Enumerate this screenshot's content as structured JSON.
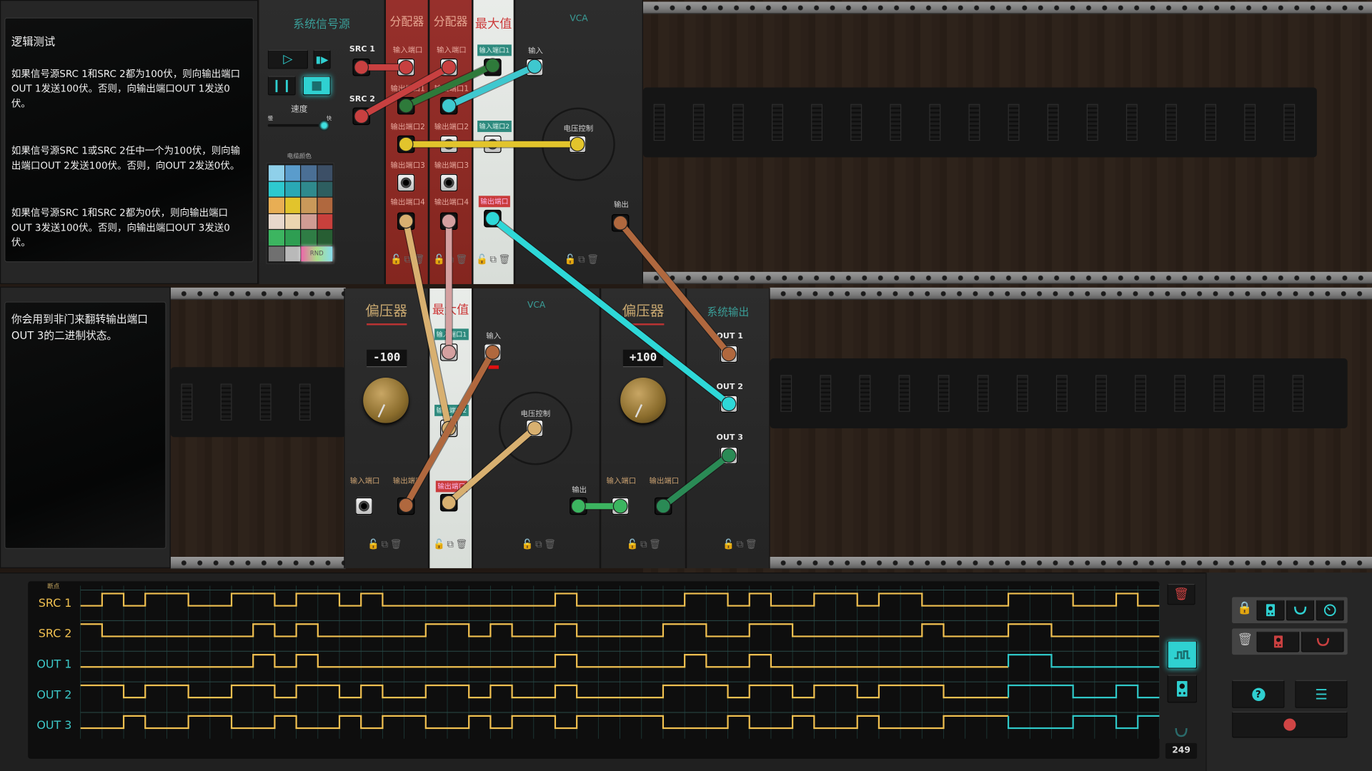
{
  "panel_top": {
    "title": "逻辑测试",
    "paragraphs": [
      "如果信号源SRC 1和SRC 2都为100伏，则向输出端口OUT 1发送100伏。否则，向输出端口OUT 1发送0伏。",
      "如果信号源SRC 1或SRC 2任中一个为100伏，则向输出端口OUT 2发送100伏。否则，向OUT 2发送0伏。",
      "如果信号源SRC 1和SRC 2都为0伏，则向输出端口OUT 3发送100伏。否则，向输出端口OUT 3发送0伏。"
    ]
  },
  "panel_bottom": {
    "text": "你会用到非门来翻转输出端口OUT 3的二进制状态。"
  },
  "signal_source": {
    "title": "系统信号源",
    "speed_label": "速度",
    "slow": "慢",
    "fast": "快",
    "cable_color_label": "电缆颜色",
    "random": "RND",
    "src1": "SRC 1",
    "src2": "SRC 2",
    "palette": [
      "#8fd0ea",
      "#5a9ccc",
      "#4a6f95",
      "#3c4f66",
      "#2ec9cf",
      "#2aa8b5",
      "#2f8a8d",
      "#2d5e60",
      "#e8ae54",
      "#e2c42c",
      "#c9995a",
      "#b0683e",
      "#e8d8cc",
      "#ecd5b0",
      "#cf9c94",
      "#c8403c",
      "#3cb560",
      "#2e9e52",
      "#2f7d45",
      "#275e33",
      "#707070",
      "#b9b9b9"
    ]
  },
  "splitter": {
    "title": "分配器",
    "input": "输入端口",
    "outputs": [
      "输出端口1",
      "输出端口2",
      "输出端口3",
      "输出端口4"
    ]
  },
  "max": {
    "title": "最大值",
    "input1": "输入端口1",
    "input2": "输入端口2",
    "output": "输出端口"
  },
  "vca": {
    "title": "VCA",
    "input": "输入",
    "control": "电压控制",
    "output": "输出"
  },
  "bias": [
    {
      "title": "偏压器",
      "value": "-100",
      "input": "输入端口",
      "output": "输出端口"
    },
    {
      "title": "偏压器",
      "value": "+100",
      "input": "输入端口",
      "output": "输出端口"
    }
  ],
  "system_output": {
    "title": "系统输出",
    "outputs": [
      "OUT 1",
      "OUT 2",
      "OUT 3"
    ]
  },
  "cables": {
    "colors": [
      "#c84040",
      "#c84040",
      "#2e7a3a",
      "#3ec8cf",
      "#e2c42c",
      "#d8b070",
      "#d4a0a0",
      "#2ed8d8",
      "#b0683e",
      "#b0683e",
      "#d8b070",
      "#3cb560",
      "#2a8a55"
    ]
  },
  "waveform": {
    "breakpoint_label": "断点",
    "steps": 50,
    "highlight_from_step": 43,
    "colors": {
      "signal": "#f0c050",
      "highlight": "#2fc8c8"
    },
    "rows": [
      {
        "label": "SRC 1",
        "kind": "input",
        "bits": [
          0,
          1,
          0,
          1,
          1,
          0,
          0,
          1,
          1,
          0,
          1,
          1,
          0,
          1,
          0,
          0,
          0,
          0,
          0,
          0,
          0,
          0,
          1,
          0,
          0,
          0,
          0,
          0,
          1,
          1,
          0,
          1,
          0,
          0,
          1,
          1,
          0,
          1,
          1,
          0,
          0,
          0,
          0,
          1,
          1,
          1,
          0,
          0,
          1,
          0
        ]
      },
      {
        "label": "SRC 2",
        "kind": "input",
        "bits": [
          1,
          0,
          0,
          0,
          0,
          0,
          0,
          0,
          1,
          0,
          1,
          0,
          0,
          0,
          0,
          0,
          1,
          1,
          0,
          1,
          0,
          0,
          1,
          0,
          0,
          0,
          0,
          1,
          1,
          0,
          0,
          1,
          1,
          0,
          0,
          0,
          0,
          0,
          0,
          1,
          0,
          0,
          0,
          1,
          1,
          0,
          0,
          0,
          0,
          0
        ]
      },
      {
        "label": "OUT 1",
        "kind": "output",
        "bits": [
          0,
          0,
          0,
          0,
          0,
          0,
          0,
          0,
          1,
          0,
          1,
          0,
          0,
          0,
          0,
          0,
          0,
          0,
          0,
          0,
          0,
          0,
          1,
          0,
          0,
          0,
          0,
          0,
          1,
          0,
          0,
          1,
          0,
          0,
          0,
          0,
          0,
          0,
          0,
          0,
          0,
          0,
          0,
          1,
          1,
          0,
          0,
          0,
          0,
          0
        ]
      },
      {
        "label": "OUT 2",
        "kind": "output",
        "bits": [
          1,
          1,
          0,
          1,
          1,
          0,
          0,
          1,
          1,
          0,
          1,
          1,
          0,
          1,
          0,
          0,
          1,
          1,
          0,
          1,
          0,
          0,
          1,
          0,
          0,
          0,
          0,
          1,
          1,
          1,
          0,
          1,
          1,
          0,
          1,
          1,
          0,
          1,
          1,
          1,
          0,
          0,
          0,
          1,
          1,
          1,
          0,
          0,
          1,
          0
        ]
      },
      {
        "label": "OUT 3",
        "kind": "output",
        "bits": [
          0,
          0,
          1,
          0,
          0,
          1,
          1,
          0,
          0,
          1,
          0,
          0,
          1,
          0,
          1,
          1,
          0,
          0,
          1,
          0,
          1,
          1,
          0,
          1,
          1,
          1,
          1,
          0,
          0,
          0,
          1,
          0,
          0,
          1,
          0,
          0,
          1,
          0,
          0,
          0,
          1,
          1,
          1,
          0,
          0,
          0,
          1,
          1,
          0,
          1
        ]
      }
    ]
  },
  "controls": {
    "step_counter": "249"
  }
}
